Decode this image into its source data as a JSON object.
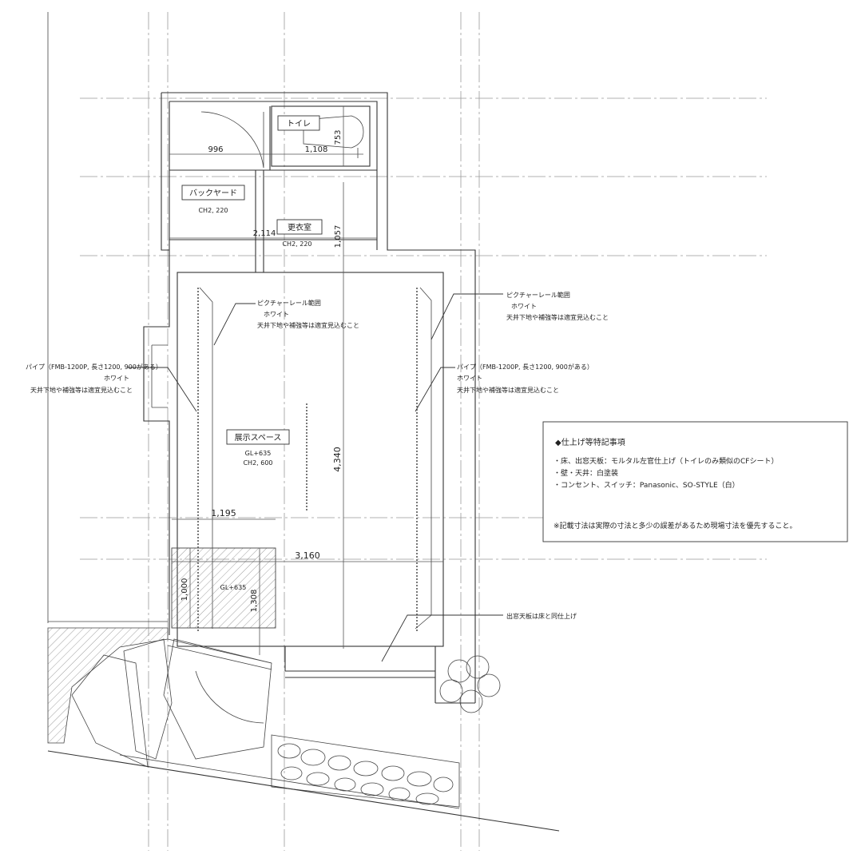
{
  "rooms": {
    "toilet": "トイレ",
    "backyard": "バックヤード",
    "backyard_ch": "CH2, 220",
    "dressing": "更衣室",
    "dressing_ch": "CH2, 220",
    "exhibition": "展示スペース",
    "exhibition_gl": "GL+635",
    "exhibition_ch": "CH2, 600",
    "porch_gl": "GL+635"
  },
  "dimensions": {
    "d996": "996",
    "d1108": "1,108",
    "d753": "753",
    "d2114": "2,114",
    "d1057": "1,057",
    "d4340": "4,340",
    "d1195": "1,195",
    "d3160": "3,160",
    "d1000": "1,000",
    "d1308": "1,308"
  },
  "annotations": {
    "rail_left": [
      "ピクチャーレール範囲",
      "ホワイト",
      "天井下地や補強等は適宜見込むこと"
    ],
    "rail_right": [
      "ピクチャーレール範囲",
      "ホワイト",
      "天井下地や補強等は適宜見込むこと"
    ],
    "pipe_left": [
      "パイプ（FMB-1200P, 長さ1200, 900がある）",
      "ホワイト",
      "天井下地や補強等は適宜見込むこと"
    ],
    "pipe_right": [
      "パイプ（FMB-1200P, 長さ1200, 900がある）",
      "ホワイト",
      "天井下地や補強等は適宜見込むこと"
    ],
    "window_sill": "出窓天板は床と同仕上げ"
  },
  "notes": {
    "title": "◆仕上げ等特記事項",
    "items": [
      "・床、出窓天板：モルタル左官仕上げ（トイレのみ類似のCFシート）",
      "・壁・天井：白塗装",
      "・コンセント、スイッチ：Panasonic、SO-STYLE（白）"
    ],
    "footnote": "※記載寸法は実際の寸法と多少の誤差があるため現場寸法を優先すること。"
  }
}
